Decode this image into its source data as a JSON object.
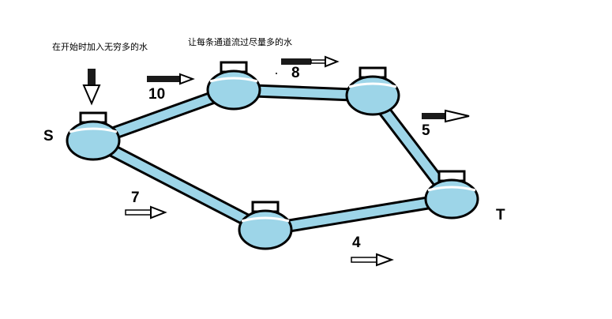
{
  "annotations": {
    "top_left_note": "在开始时加入无穷多的水",
    "top_center_note": "让每条通道流过尽量多的水"
  },
  "nodes": {
    "source_label": "S",
    "sink_label": "T"
  },
  "edges": {
    "s_a": "10",
    "a_b": "8",
    "b_t": "5",
    "s_c": "7",
    "c_t": "4"
  },
  "colors": {
    "water": "#9dd5e8",
    "outline": "#000000",
    "pipe": "#9dd5e8"
  },
  "icons": [
    "down-arrow-icon",
    "right-arrow-icon",
    "water-tank-icon"
  ]
}
